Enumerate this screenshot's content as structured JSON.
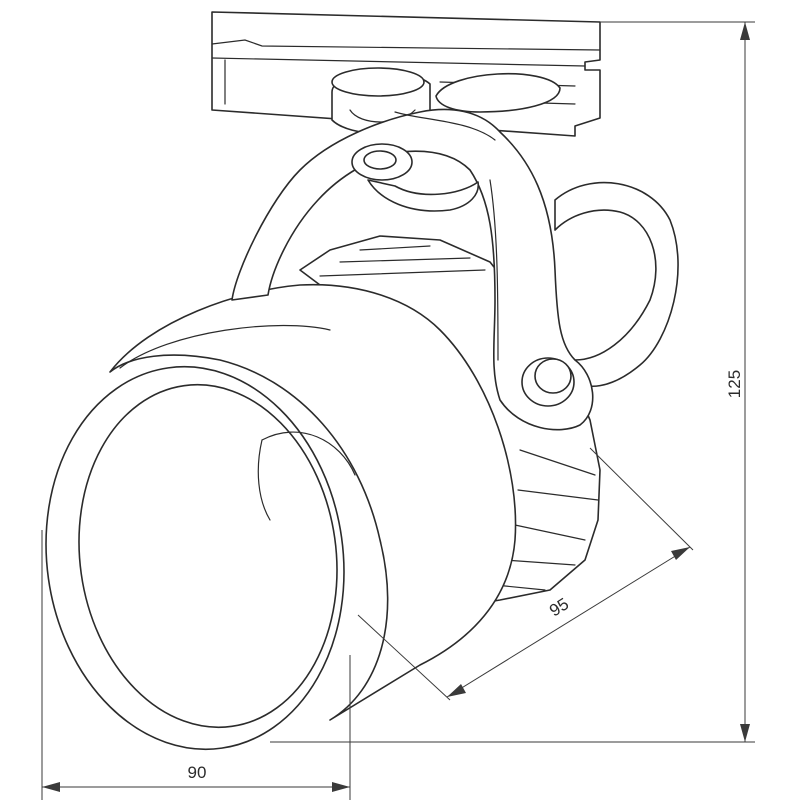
{
  "dimensions": {
    "height": "125",
    "width": "90",
    "depth": "95"
  }
}
